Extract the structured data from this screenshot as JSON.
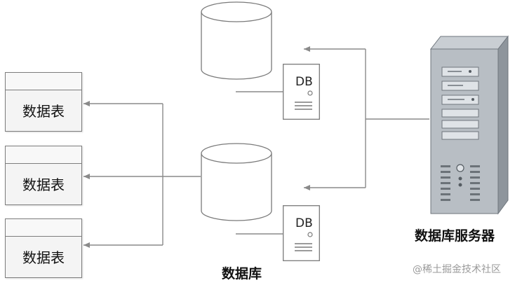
{
  "tables": [
    {
      "label": "数据表"
    },
    {
      "label": "数据表"
    },
    {
      "label": "数据表"
    }
  ],
  "db_icon_text": "DB",
  "database_caption": "数据库",
  "server_caption": "数据库服务器",
  "watermark": "@稀土掘金技术社区",
  "colors": {
    "line": "#8a8a8a",
    "border": "#7d7d7d",
    "panel": "#f4f4f4",
    "server": "#9aa0a6"
  }
}
